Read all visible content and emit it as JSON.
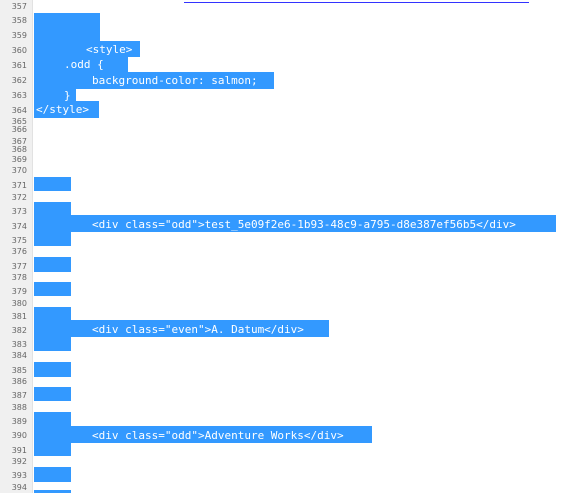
{
  "editor": {
    "gutter_bg": "#f0f0f0",
    "selection_color": "#3399ff",
    "line_numbers": [
      "357",
      "358",
      "359",
      "360",
      "361",
      "362",
      "363",
      "364",
      "365",
      "366",
      "367",
      "368",
      "369",
      "370",
      "371",
      "372",
      "373",
      "374",
      "375",
      "376",
      "377",
      "378",
      "379",
      "380",
      "381",
      "382",
      "383",
      "384",
      "385",
      "386",
      "387",
      "388",
      "389",
      "390",
      "391",
      "392",
      "393",
      "394"
    ],
    "code": {
      "style_open": "<style>",
      "odd_selector": ".odd {",
      "background_rule": "background-color: salmon;",
      "close_brace": "}",
      "style_close": "</style>",
      "div_odd_test": "<div class=\"odd\">test_5e09f2e6-1b93-48c9-a795-d8e387ef56b5</div>",
      "div_even_adatum": "<div class=\"even\">A. Datum</div>",
      "div_odd_adventure": "<div class=\"odd\">Adventure Works</div>"
    }
  }
}
